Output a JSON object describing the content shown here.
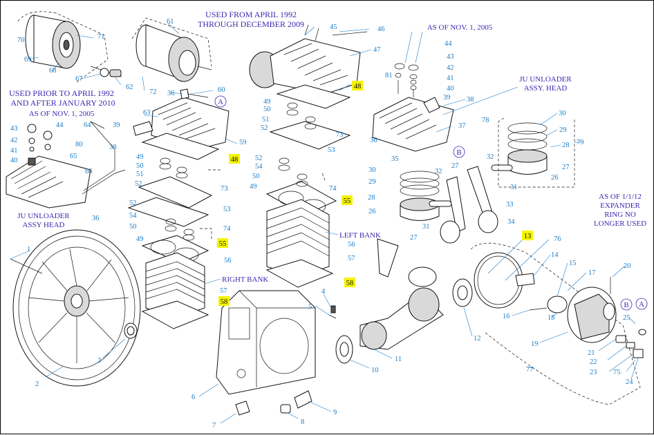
{
  "notes": {
    "used_1992_2009": [
      "USED FROM APRIL 1992",
      "THROUGH DECEMBER 2009"
    ],
    "used_prior": [
      "USED PRIOR TO APRIL 1992",
      "AND AFTER JANUARY 2010"
    ],
    "as_of_nov_left": "AS OF NOV. 1, 2005",
    "as_of_nov_right": "AS OF NOV. 1, 2005",
    "ju_unloader_left": [
      "JU UNLOADER",
      "ASSY HEAD"
    ],
    "ju_unloader_right": [
      "JU UNLOADER",
      "ASSY. HEAD"
    ],
    "expander": [
      "AS OF 1/1/12",
      "EXPANDER",
      "RING NO",
      "LONGER USED"
    ],
    "left_bank": "LEFT BANK",
    "right_bank": "RIGHT BANK"
  },
  "callouts": [
    {
      "id": "c70",
      "label": "70"
    },
    {
      "id": "c69",
      "label": "69"
    },
    {
      "id": "c68",
      "label": "68"
    },
    {
      "id": "c67",
      "label": "67"
    },
    {
      "id": "c71",
      "label": "71"
    },
    {
      "id": "c62",
      "label": "62"
    },
    {
      "id": "c61",
      "label": "61"
    },
    {
      "id": "c72",
      "label": "72"
    },
    {
      "id": "c36a",
      "label": "36"
    },
    {
      "id": "c60",
      "label": "60"
    },
    {
      "id": "c63",
      "label": "63"
    },
    {
      "id": "c59",
      "label": "59"
    },
    {
      "id": "c43a",
      "label": "43"
    },
    {
      "id": "c44a",
      "label": "44"
    },
    {
      "id": "c42a",
      "label": "42"
    },
    {
      "id": "c41a",
      "label": "41"
    },
    {
      "id": "c40a",
      "label": "40"
    },
    {
      "id": "c64",
      "label": "64"
    },
    {
      "id": "c39a",
      "label": "39"
    },
    {
      "id": "c38a",
      "label": "38"
    },
    {
      "id": "c80",
      "label": "80"
    },
    {
      "id": "c65",
      "label": "65"
    },
    {
      "id": "c66",
      "label": "66"
    },
    {
      "id": "c36b",
      "label": "36"
    },
    {
      "id": "c49a",
      "label": "49"
    },
    {
      "id": "c50a",
      "label": "50"
    },
    {
      "id": "c51a",
      "label": "51"
    },
    {
      "id": "c52a",
      "label": "52"
    },
    {
      "id": "c73a",
      "label": "73"
    },
    {
      "id": "c53a",
      "label": "53"
    },
    {
      "id": "c52b",
      "label": "52"
    },
    {
      "id": "c54a",
      "label": "54"
    },
    {
      "id": "c50b",
      "label": "50"
    },
    {
      "id": "c49b",
      "label": "49"
    },
    {
      "id": "c74a",
      "label": "74"
    },
    {
      "id": "c56a",
      "label": "56"
    },
    {
      "id": "c57a",
      "label": "57"
    },
    {
      "id": "c45",
      "label": "45"
    },
    {
      "id": "c46",
      "label": "46"
    },
    {
      "id": "c47",
      "label": "47"
    },
    {
      "id": "c49c",
      "label": "49"
    },
    {
      "id": "c50c",
      "label": "50"
    },
    {
      "id": "c51b",
      "label": "51"
    },
    {
      "id": "c52c",
      "label": "52"
    },
    {
      "id": "c73b",
      "label": "73"
    },
    {
      "id": "c53b",
      "label": "53"
    },
    {
      "id": "c52d",
      "label": "52"
    },
    {
      "id": "c54b",
      "label": "54"
    },
    {
      "id": "c50d",
      "label": "50"
    },
    {
      "id": "c49d",
      "label": "49"
    },
    {
      "id": "c74b",
      "label": "74"
    },
    {
      "id": "c56b",
      "label": "56"
    },
    {
      "id": "c57b",
      "label": "57"
    },
    {
      "id": "c81",
      "label": "81"
    },
    {
      "id": "c44b",
      "label": "44"
    },
    {
      "id": "c43b",
      "label": "43"
    },
    {
      "id": "c42b",
      "label": "42"
    },
    {
      "id": "c41b",
      "label": "41"
    },
    {
      "id": "c40b",
      "label": "40"
    },
    {
      "id": "c39b",
      "label": "39"
    },
    {
      "id": "c38b",
      "label": "38"
    },
    {
      "id": "c37",
      "label": "37"
    },
    {
      "id": "c36c",
      "label": "36"
    },
    {
      "id": "c35",
      "label": "35"
    },
    {
      "id": "c78",
      "label": "78"
    },
    {
      "id": "c30a",
      "label": "30"
    },
    {
      "id": "c29a",
      "label": "29"
    },
    {
      "id": "c28a",
      "label": "28"
    },
    {
      "id": "c79",
      "label": "79"
    },
    {
      "id": "c27a",
      "label": "27"
    },
    {
      "id": "c26a",
      "label": "26"
    },
    {
      "id": "c31a",
      "label": "31"
    },
    {
      "id": "c32a",
      "label": "32"
    },
    {
      "id": "c27b",
      "label": "27"
    },
    {
      "id": "c32b",
      "label": "32"
    },
    {
      "id": "c33",
      "label": "33"
    },
    {
      "id": "c34",
      "label": "34"
    },
    {
      "id": "c31b",
      "label": "31"
    },
    {
      "id": "c30b",
      "label": "30"
    },
    {
      "id": "c29b",
      "label": "29"
    },
    {
      "id": "c28b",
      "label": "28"
    },
    {
      "id": "c26b",
      "label": "26"
    },
    {
      "id": "c27c",
      "label": "27"
    },
    {
      "id": "c1",
      "label": "1"
    },
    {
      "id": "c2",
      "label": "2"
    },
    {
      "id": "c3",
      "label": "3"
    },
    {
      "id": "c4",
      "label": "4"
    },
    {
      "id": "c5",
      "label": "5"
    },
    {
      "id": "c6",
      "label": "6"
    },
    {
      "id": "c7",
      "label": "7"
    },
    {
      "id": "c8",
      "label": "8"
    },
    {
      "id": "c9",
      "label": "9"
    },
    {
      "id": "c10",
      "label": "10"
    },
    {
      "id": "c11",
      "label": "11"
    },
    {
      "id": "c12",
      "label": "12"
    },
    {
      "id": "c76",
      "label": "76"
    },
    {
      "id": "c14",
      "label": "14"
    },
    {
      "id": "c15",
      "label": "15"
    },
    {
      "id": "c17",
      "label": "17"
    },
    {
      "id": "c16",
      "label": "16"
    },
    {
      "id": "c18",
      "label": "18"
    },
    {
      "id": "c20",
      "label": "20"
    },
    {
      "id": "c25",
      "label": "25"
    },
    {
      "id": "c19",
      "label": "19"
    },
    {
      "id": "c21",
      "label": "21"
    },
    {
      "id": "c22",
      "label": "22"
    },
    {
      "id": "c23",
      "label": "23"
    },
    {
      "id": "c75",
      "label": "75"
    },
    {
      "id": "c24",
      "label": "24"
    },
    {
      "id": "c77",
      "label": "77"
    }
  ],
  "highlighted": [
    {
      "id": "h48a",
      "label": "48"
    },
    {
      "id": "h48b",
      "label": "48"
    },
    {
      "id": "h55a",
      "label": "55"
    },
    {
      "id": "h55b",
      "label": "55"
    },
    {
      "id": "h58a",
      "label": "58"
    },
    {
      "id": "h58b",
      "label": "58"
    },
    {
      "id": "h13",
      "label": "13"
    }
  ],
  "circled": [
    {
      "id": "A1",
      "label": "A"
    },
    {
      "id": "B1",
      "label": "B"
    },
    {
      "id": "B2",
      "label": "B"
    },
    {
      "id": "A2",
      "label": "A"
    }
  ],
  "colors": {
    "note": "#3a2ab0",
    "number": "#1a7bc6",
    "highlight": "#f4f400"
  }
}
